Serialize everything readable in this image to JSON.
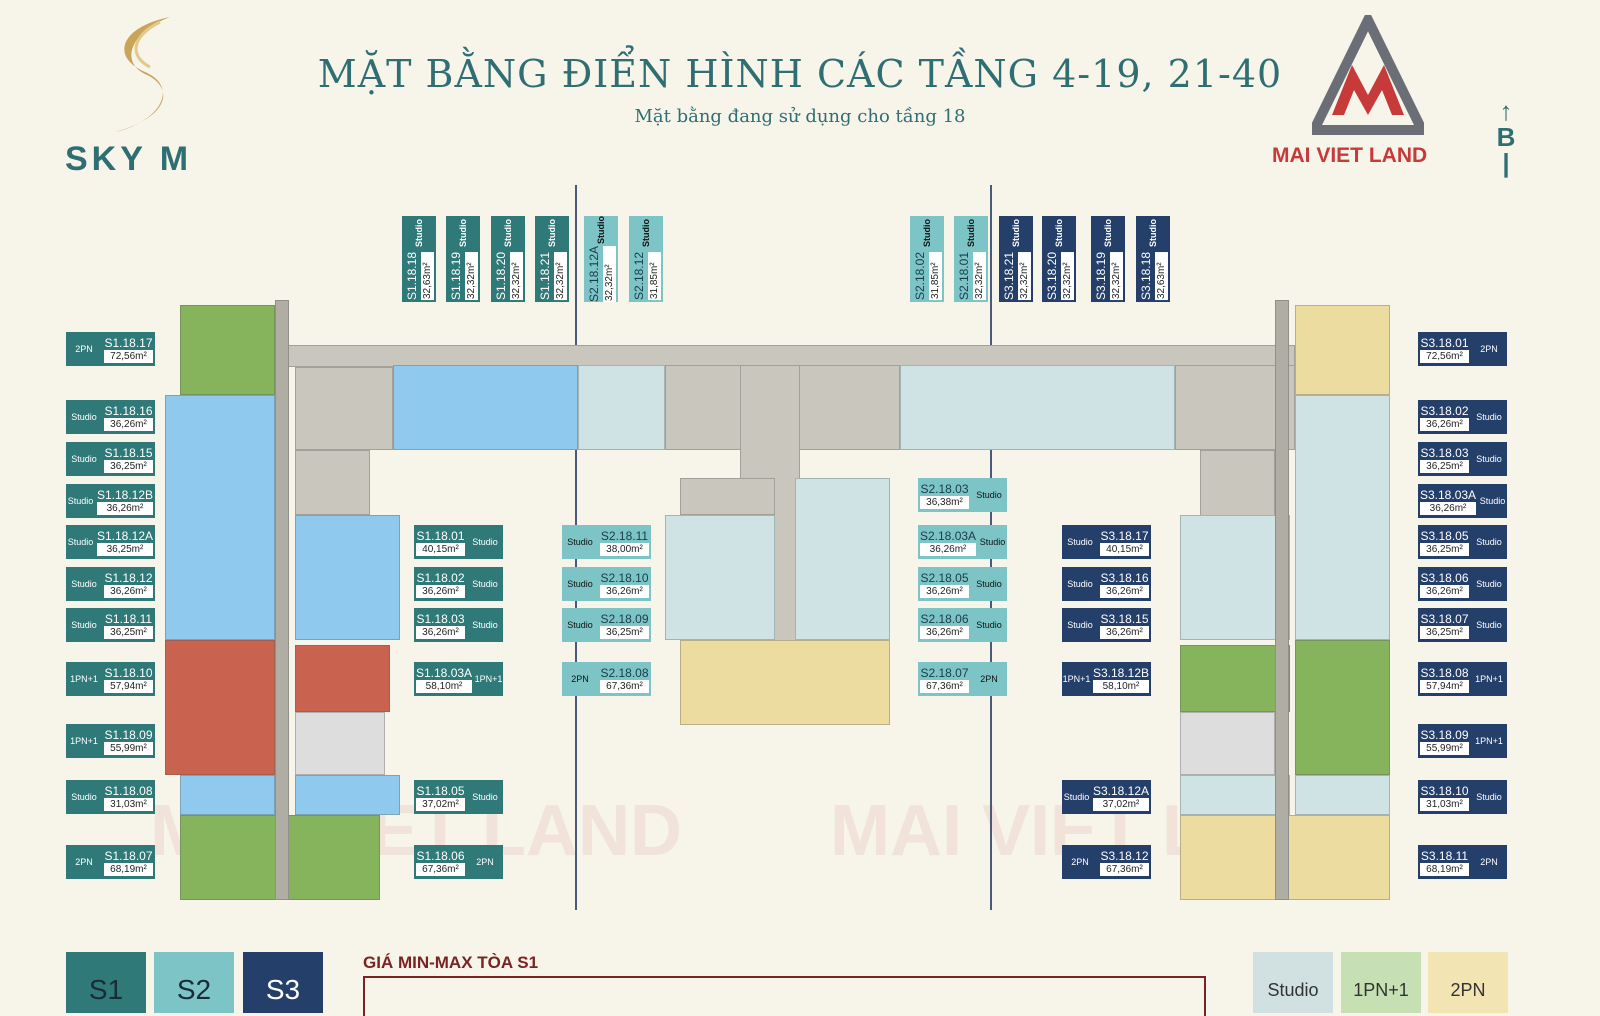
{
  "header": {
    "title": "MẶT BẰNG ĐIỂN HÌNH CÁC TẦNG 4-19, 21-40",
    "subtitle": "Mặt bằng đang sử dụng cho tầng 18",
    "logo_left": "SKY M",
    "logo_right": "MAI VIET LAND",
    "compass": "B"
  },
  "colors": {
    "s1": "#2f7a78",
    "s2": "#7cc4c6",
    "s3": "#253f6b",
    "studio": "#d1e1e1",
    "1pn1": "#c6e0b4",
    "2pn": "#f2e4b3"
  },
  "watermark": "MAI VIET LAND",
  "top_units": [
    {
      "id": "S1.18.18",
      "type": "Studio",
      "area": "32,63m²",
      "tower": "s1"
    },
    {
      "id": "S1.18.19",
      "type": "Studio",
      "area": "32,32m²",
      "tower": "s1"
    },
    {
      "id": "S1.18.20",
      "type": "Studio",
      "area": "32,32m²",
      "tower": "s1"
    },
    {
      "id": "S1.18.21",
      "type": "Studio",
      "area": "32,32m²",
      "tower": "s1"
    },
    {
      "id": "S2.18.12A",
      "type": "Studio",
      "area": "32,32m²",
      "tower": "s2"
    },
    {
      "id": "S2.18.12",
      "type": "Studio",
      "area": "31,85m²",
      "tower": "s2"
    },
    {
      "id": "S2.18.02",
      "type": "Studio",
      "area": "31,85m²",
      "tower": "s2"
    },
    {
      "id": "S2.18.01",
      "type": "Studio",
      "area": "32,32m²",
      "tower": "s2"
    },
    {
      "id": "S3.18.21",
      "type": "Studio",
      "area": "32,32m²",
      "tower": "s3"
    },
    {
      "id": "S3.18.20",
      "type": "Studio",
      "area": "32,32m²",
      "tower": "s3"
    },
    {
      "id": "S3.18.19",
      "type": "Studio",
      "area": "32,32m²",
      "tower": "s3"
    },
    {
      "id": "S3.18.18",
      "type": "Studio",
      "area": "32,63m²",
      "tower": "s3"
    }
  ],
  "units": [
    {
      "id": "S1.18.17",
      "type": "2PN",
      "area": "72,56m²",
      "tower": "s1"
    },
    {
      "id": "S1.18.16",
      "type": "Studio",
      "area": "36,26m²",
      "tower": "s1"
    },
    {
      "id": "S1.18.15",
      "type": "Studio",
      "area": "36,25m²",
      "tower": "s1"
    },
    {
      "id": "S1.18.12B",
      "type": "Studio",
      "area": "36,26m²",
      "tower": "s1"
    },
    {
      "id": "S1.18.12A",
      "type": "Studio",
      "area": "36,25m²",
      "tower": "s1"
    },
    {
      "id": "S1.18.12",
      "type": "Studio",
      "area": "36,26m²",
      "tower": "s1"
    },
    {
      "id": "S1.18.11",
      "type": "Studio",
      "area": "36,25m²",
      "tower": "s1"
    },
    {
      "id": "S1.18.10",
      "type": "1PN+1",
      "area": "57,94m²",
      "tower": "s1"
    },
    {
      "id": "S1.18.09",
      "type": "1PN+1",
      "area": "55,99m²",
      "tower": "s1"
    },
    {
      "id": "S1.18.08",
      "type": "Studio",
      "area": "31,03m²",
      "tower": "s1"
    },
    {
      "id": "S1.18.07",
      "type": "2PN",
      "area": "68,19m²",
      "tower": "s1"
    },
    {
      "id": "S1.18.01",
      "type": "Studio",
      "area": "40,15m²",
      "tower": "s1"
    },
    {
      "id": "S1.18.02",
      "type": "Studio",
      "area": "36,26m²",
      "tower": "s1"
    },
    {
      "id": "S1.18.03",
      "type": "Studio",
      "area": "36,26m²",
      "tower": "s1"
    },
    {
      "id": "S1.18.03A",
      "type": "1PN+1",
      "area": "58,10m²",
      "tower": "s1"
    },
    {
      "id": "S1.18.05",
      "type": "Studio",
      "area": "37,02m²",
      "tower": "s1"
    },
    {
      "id": "S1.18.06",
      "type": "2PN",
      "area": "67,36m²",
      "tower": "s1"
    },
    {
      "id": "S2.18.11",
      "type": "Studio",
      "area": "38,00m²",
      "tower": "s2"
    },
    {
      "id": "S2.18.10",
      "type": "Studio",
      "area": "36,26m²",
      "tower": "s2"
    },
    {
      "id": "S2.18.09",
      "type": "Studio",
      "area": "36,25m²",
      "tower": "s2"
    },
    {
      "id": "S2.18.08",
      "type": "2PN",
      "area": "67,36m²",
      "tower": "s2"
    },
    {
      "id": "S2.18.03",
      "type": "Studio",
      "area": "36,38m²",
      "tower": "s2"
    },
    {
      "id": "S2.18.03A",
      "type": "Studio",
      "area": "36,26m²",
      "tower": "s2"
    },
    {
      "id": "S2.18.05",
      "type": "Studio",
      "area": "36,26m²",
      "tower": "s2"
    },
    {
      "id": "S2.18.06",
      "type": "Studio",
      "area": "36,26m²",
      "tower": "s2"
    },
    {
      "id": "S2.18.07",
      "type": "2PN",
      "area": "67,36m²",
      "tower": "s2"
    },
    {
      "id": "S3.18.17",
      "type": "Studio",
      "area": "40,15m²",
      "tower": "s3"
    },
    {
      "id": "S3.18.16",
      "type": "Studio",
      "area": "36,26m²",
      "tower": "s3"
    },
    {
      "id": "S3.18.15",
      "type": "Studio",
      "area": "36,26m²",
      "tower": "s3"
    },
    {
      "id": "S3.18.12B",
      "type": "1PN+1",
      "area": "58,10m²",
      "tower": "s3"
    },
    {
      "id": "S3.18.12A",
      "type": "Studio",
      "area": "37,02m²",
      "tower": "s3"
    },
    {
      "id": "S3.18.12",
      "type": "2PN",
      "area": "67,36m²",
      "tower": "s3"
    },
    {
      "id": "S3.18.01",
      "type": "2PN",
      "area": "72,56m²",
      "tower": "s3"
    },
    {
      "id": "S3.18.02",
      "type": "Studio",
      "area": "36,26m²",
      "tower": "s3"
    },
    {
      "id": "S3.18.03",
      "type": "Studio",
      "area": "36,25m²",
      "tower": "s3"
    },
    {
      "id": "S3.18.03A",
      "type": "Studio",
      "area": "36,26m²",
      "tower": "s3"
    },
    {
      "id": "S3.18.05",
      "type": "Studio",
      "area": "36,25m²",
      "tower": "s3"
    },
    {
      "id": "S3.18.06",
      "type": "Studio",
      "area": "36,26m²",
      "tower": "s3"
    },
    {
      "id": "S3.18.07",
      "type": "Studio",
      "area": "36,25m²",
      "tower": "s3"
    },
    {
      "id": "S3.18.08",
      "type": "1PN+1",
      "area": "57,94m²",
      "tower": "s3"
    },
    {
      "id": "S3.18.09",
      "type": "1PN+1",
      "area": "55,99m²",
      "tower": "s3"
    },
    {
      "id": "S3.18.10",
      "type": "Studio",
      "area": "31,03m²",
      "tower": "s3"
    },
    {
      "id": "S3.18.11",
      "type": "2PN",
      "area": "68,19m²",
      "tower": "s3"
    }
  ],
  "legend": {
    "towers": [
      "S1",
      "S2",
      "S3"
    ],
    "types": [
      "Studio",
      "1PN+1",
      "2PN"
    ],
    "price_title": "GIÁ MIN-MAX TÒA S1"
  }
}
